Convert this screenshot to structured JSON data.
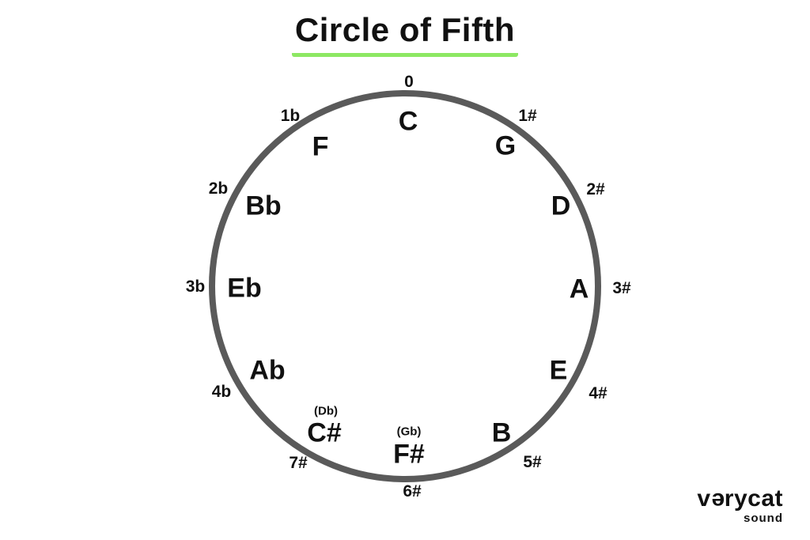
{
  "title": {
    "text": "Circle of Fifth"
  },
  "colors": {
    "accent_green": "#8de863",
    "circle_stroke": "#5a5a5a",
    "text": "#111111"
  },
  "keys": [
    {
      "note": "C",
      "signature": "0",
      "alt": ""
    },
    {
      "note": "G",
      "signature": "1#",
      "alt": ""
    },
    {
      "note": "D",
      "signature": "2#",
      "alt": ""
    },
    {
      "note": "A",
      "signature": "3#",
      "alt": ""
    },
    {
      "note": "E",
      "signature": "4#",
      "alt": ""
    },
    {
      "note": "B",
      "signature": "5#",
      "alt": ""
    },
    {
      "note": "F#",
      "signature": "6#",
      "alt": "(Gb)"
    },
    {
      "note": "C#",
      "signature": "7#",
      "alt": "(Db)"
    },
    {
      "note": "Ab",
      "signature": "4b",
      "alt": ""
    },
    {
      "note": "Eb",
      "signature": "3b",
      "alt": ""
    },
    {
      "note": "Bb",
      "signature": "2b",
      "alt": ""
    },
    {
      "note": "F",
      "signature": "1b",
      "alt": ""
    }
  ],
  "logo": {
    "brand_prefix": "v",
    "brand_e": "e",
    "brand_suffix": "rycat",
    "subtext": "sound"
  }
}
